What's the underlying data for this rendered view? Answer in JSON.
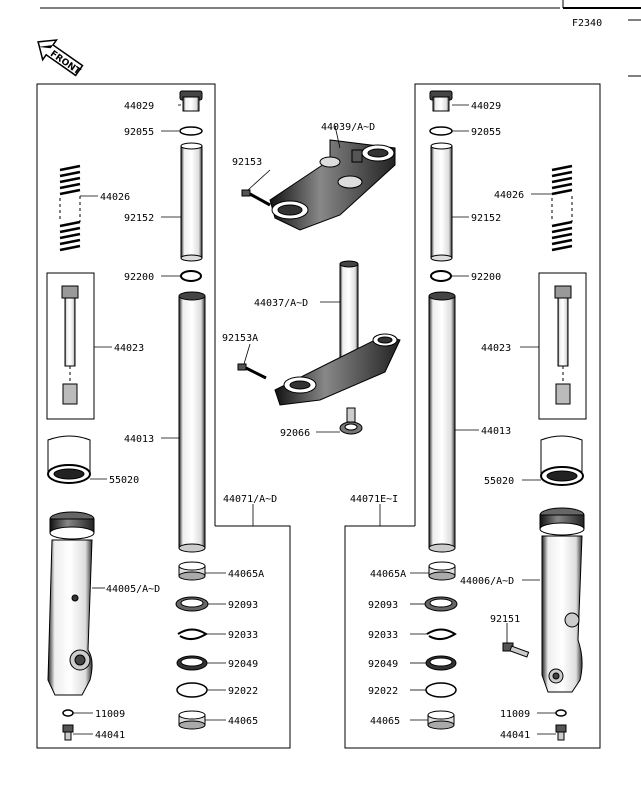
{
  "diagram": {
    "figure_code": "F2340",
    "front_label": "FRONT",
    "center_labels": {
      "upper_bracket": "44039/A~D",
      "upper_bolt": "92153",
      "steering_stem": "44037/A~D",
      "stem_bolt": "92153A",
      "stem_seal": "92066",
      "left_assy": "44071/A~D",
      "right_assy": "44071E~I"
    },
    "left_labels": {
      "cap": "44029",
      "oring": "92055",
      "spring": "44026",
      "spacer": "92152",
      "washer": "92200",
      "damper": "44023",
      "inner_tube": "44013",
      "guard": "55020",
      "outer_tube": "44005/A~D",
      "bushing_a": "44065A",
      "dust_seal": "92093",
      "snap_ring": "92033",
      "oil_seal": "92049",
      "washer2": "92022",
      "bushing": "44065",
      "gasket": "11009",
      "bolt": "44041"
    },
    "right_labels": {
      "cap": "44029",
      "oring": "92055",
      "spring": "44026",
      "spacer": "92152",
      "washer": "92200",
      "damper": "44023",
      "inner_tube": "44013",
      "guard": "55020",
      "outer_tube": "44006/A~D",
      "bolt_side": "92151",
      "bushing_a": "44065A",
      "dust_seal": "92093",
      "snap_ring": "92033",
      "oil_seal": "92049",
      "washer2": "92022",
      "bushing": "44065",
      "gasket": "11009",
      "bolt": "44041"
    }
  }
}
